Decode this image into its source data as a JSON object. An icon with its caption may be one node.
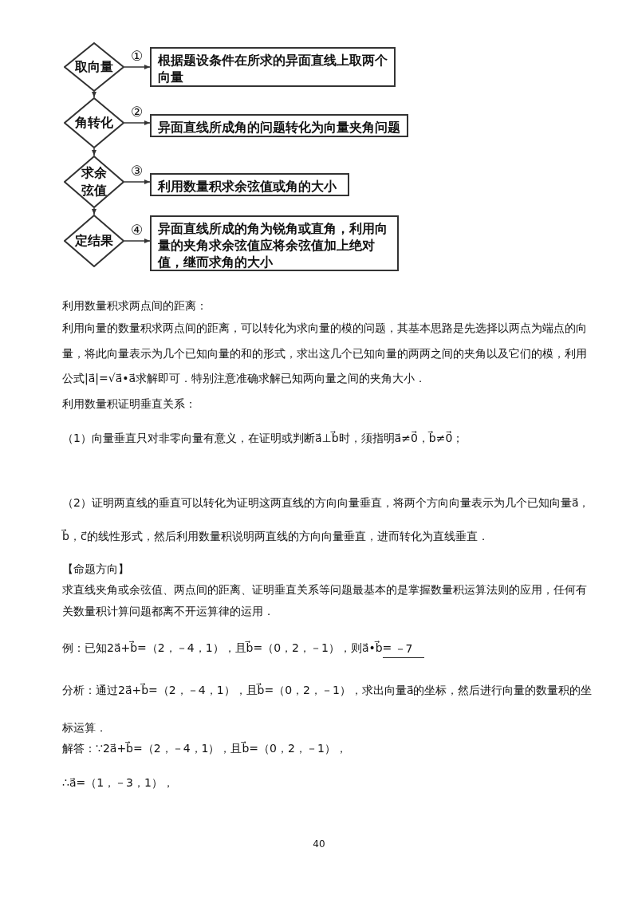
{
  "diagram": {
    "nodes": [
      {
        "text": [
          "取向量"
        ]
      },
      {
        "text": [
          "根据题设条件在所求的异面直线上取两个向量"
        ]
      },
      {
        "text": [
          "角转化"
        ]
      },
      {
        "text": [
          "异面直线所成角的问题转化为向量夹角问题"
        ]
      },
      {
        "text": [
          "求余弦值"
        ]
      },
      {
        "text": [
          "利用数量积求余弦值或角的大小"
        ]
      },
      {
        "text": [
          "定结果"
        ]
      },
      {
        "text": [
          "异面直线所成的角为锐角或直角，利用向量的夹角求余弦值应将余弦值加上绝对值，继而求角的大小"
        ]
      }
    ],
    "edges": [
      {
        "from": 0,
        "to": 1,
        "arrow": "to",
        "label": "①"
      },
      {
        "from": 2,
        "to": 3,
        "arrow": "to",
        "label": "②"
      },
      {
        "from": 4,
        "to": 5,
        "arrow": "to",
        "label": "③"
      },
      {
        "from": 6,
        "to": 7,
        "arrow": "to",
        "label": "④"
      },
      {
        "from": 0,
        "to": 2,
        "arrow": "to"
      },
      {
        "from": 2,
        "to": 4,
        "arrow": "to"
      },
      {
        "from": 4,
        "to": 6,
        "arrow": "to"
      }
    ],
    "labels": [
      "利用数量积求两点间的距离：",
      "利用向量的数量积求两点间的距离，可以转化为求向量的模的问题，其基本思路是先选择以两点为端点的向量，将此向量表示为几个已知向量的和的形式，求出这几个已知向量的两两之间的夹角以及它们的模，利用公式|a⃗|=√a⃗•a⃗求解即可．特别注意准确求解已知两向量之间的夹角大小．",
      "利用数量积证明垂直关系：",
      "（1）向量垂直只对非零向量有意义，在证明或判断a⃗⊥b⃗时，须指明a⃗≠0⃗，b⃗≠0⃗；",
      "（2）证明两直线的垂直可以转化为证明这两直线的方向向量垂直，将两个方向向量表示为几个已知向量a⃗，b⃗，c⃗的线性形式，然后利用数量积说明两直线的方向向量垂直，进而转化为直线垂直．",
      "【命题方向】",
      "求直线夹角或余弦值、两点间的距离、证明垂直关系等问题最基本的是掌握数量积运算法则的应用，任何有关数量积计算问题都离不开运算律的运用．",
      "例：已知2a⃗+b⃗=（2，－4，1），且b⃗=（0，2，－1），则a⃗•b⃗=",
      "－7",
      "分析：通过2a⃗+b⃗=（2，－4，1），且b⃗=（0，2，－1），求出向量a⃗的坐标，然后进行向量的数量积的坐标运算．",
      "解答：∵2a⃗+b⃗=（2，－4，1），且b⃗=（0，2，－1），",
      "∴a⃗=（1，－3，1），",
      "40"
    ]
  }
}
